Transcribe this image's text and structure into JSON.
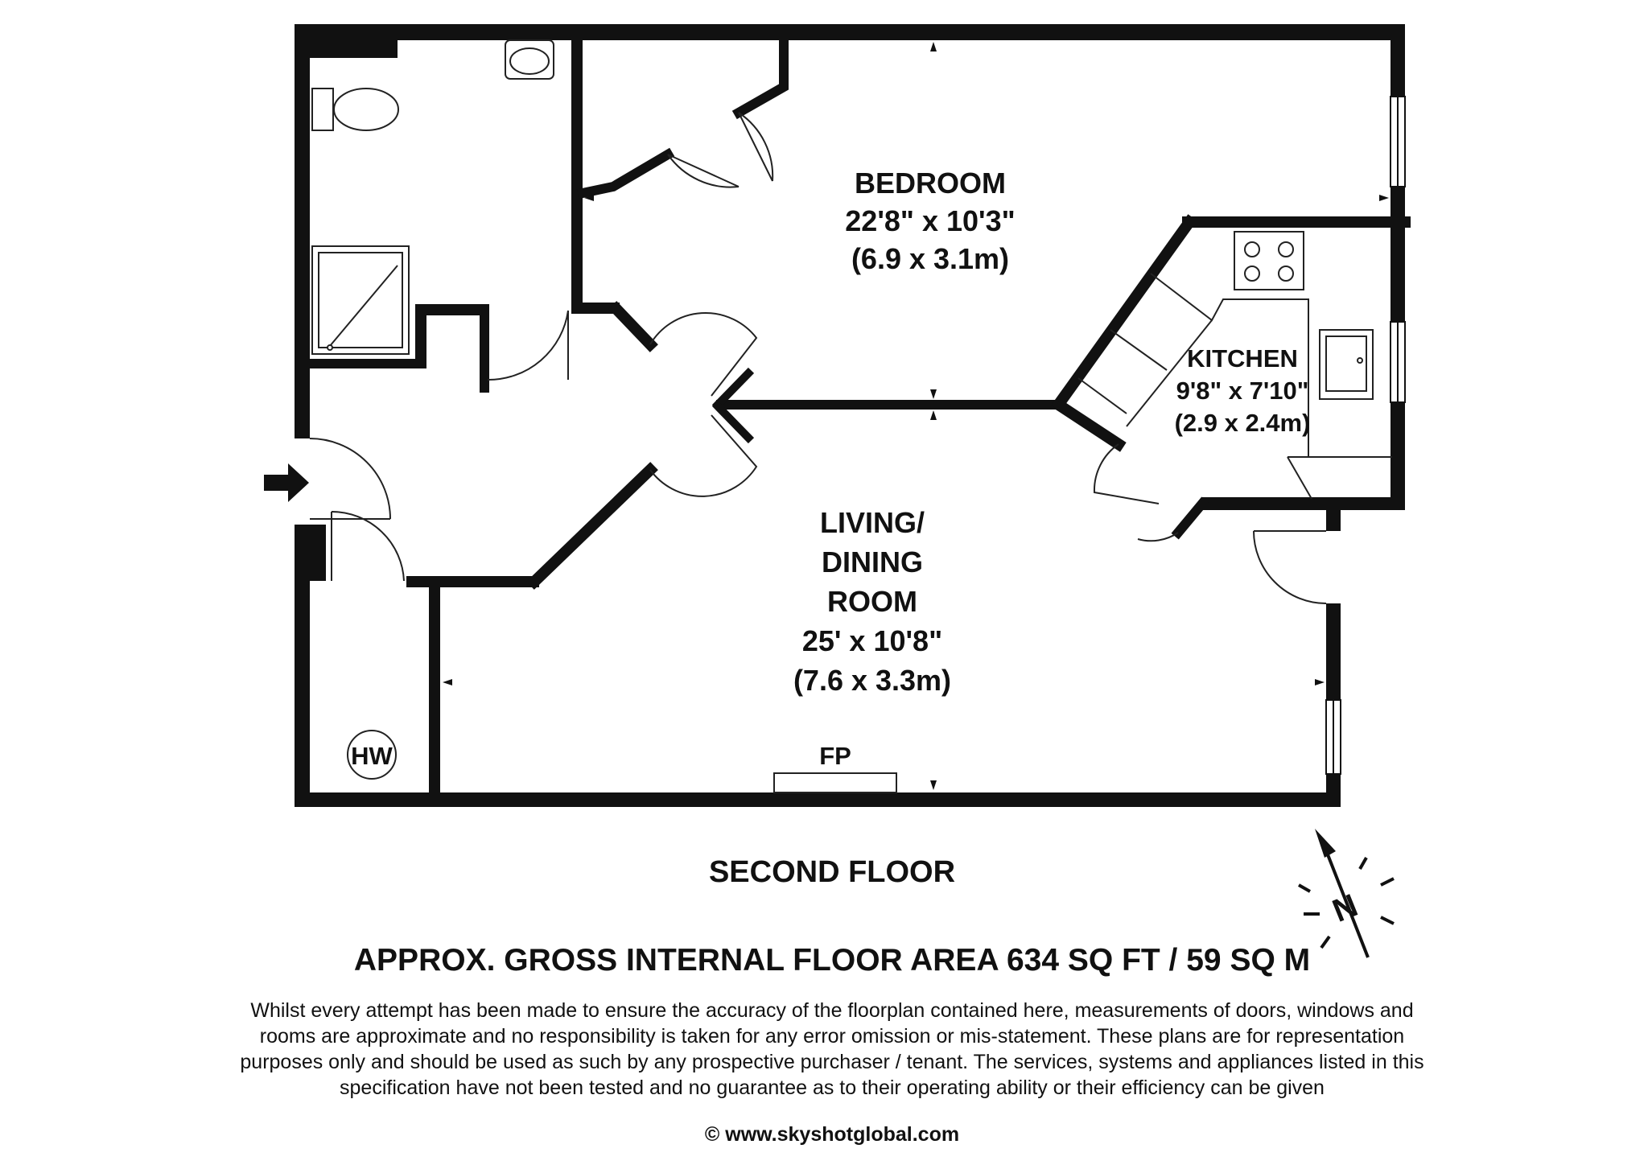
{
  "rooms": {
    "bedroom": {
      "name": "BEDROOM",
      "dim_imperial": "22'8\" x 10'3\"",
      "dim_metric": "(6.9 x 3.1m)"
    },
    "kitchen": {
      "name": "KITCHEN",
      "dim_imperial": "9'8\" x 7'10\"",
      "dim_metric": "(2.9 x 2.4m)"
    },
    "living": {
      "name_line1": "LIVING/",
      "name_line2": "DINING",
      "name_line3": "ROOM",
      "dim_imperial": "25' x 10'8\"",
      "dim_metric": "(7.6 x 3.3m)"
    }
  },
  "fixtures": {
    "hot_water": "HW",
    "fireplace": "FP"
  },
  "compass": {
    "letter": "N"
  },
  "floor_label": "SECOND FLOOR",
  "area_label": "APPROX. GROSS INTERNAL FLOOR AREA 634 SQ FT / 59 SQ M",
  "disclaimer": [
    "Whilst every attempt has been made to ensure the accuracy of the floorplan contained here, measurements of doors, windows and",
    "rooms are approximate and no responsibility is taken for any error omission or mis-statement. These plans are for representation",
    "purposes only and should  be used as such by any prospective purchaser / tenant. The services, systems and appliances listed in this",
    "specification have not been tested and no guarantee as to their operating ability or their efficiency can be given"
  ],
  "website": "© www.skyshotglobal.com",
  "colors": {
    "wall": "#111111",
    "background": "#ffffff",
    "line": "#222222"
  }
}
